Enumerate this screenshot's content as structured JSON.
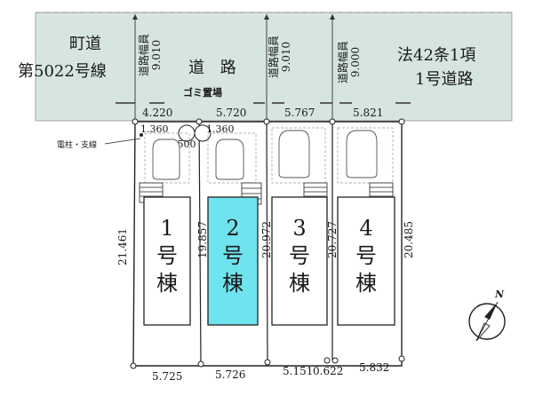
{
  "road": {
    "left_name_line1": "町道",
    "left_name_line2": "第5022号線",
    "center_name": "道 路",
    "right_name_line1": "法42条1項",
    "right_name_line2": "1号道路",
    "width_label_1": "道路幅員",
    "width_value_1": "9.010",
    "width_label_2": "道路幅員",
    "width_value_2": "9.010",
    "width_label_3": "道路幅員",
    "width_value_3": "9.000"
  },
  "features": {
    "garbage_area": "ゴミ置場",
    "utility_pole": "電柱・支線"
  },
  "frontage": {
    "lot1": "4.220",
    "lot2": "5.720",
    "lot3": "5.767",
    "lot4": "5.821"
  },
  "sub_dims": {
    "left": "1.360",
    "right": "1.360",
    "middle": "1.500"
  },
  "lots": [
    {
      "num": "1",
      "unit": "号",
      "bldg": "棟",
      "depth": "21.461",
      "highlighted": false
    },
    {
      "num": "2",
      "unit": "号",
      "bldg": "棟",
      "depth": "19.857",
      "highlighted": true
    },
    {
      "num": "3",
      "unit": "号",
      "bldg": "棟",
      "depth": "20.972",
      "highlighted": false
    },
    {
      "num": "4",
      "unit": "号",
      "bldg": "棟",
      "depth": "20.727",
      "highlighted": false
    }
  ],
  "right_depth": "20.485",
  "rear_dims": {
    "lot1": "5.725",
    "lot2": "5.726",
    "lot3a": "5.151",
    "lot3b": "0.622",
    "lot4": "5.832"
  },
  "compass": {
    "label": "N"
  },
  "colors": {
    "road": "#d6e5e1",
    "highlight": "#6fe3ee",
    "lines": "#1a1a1a"
  }
}
